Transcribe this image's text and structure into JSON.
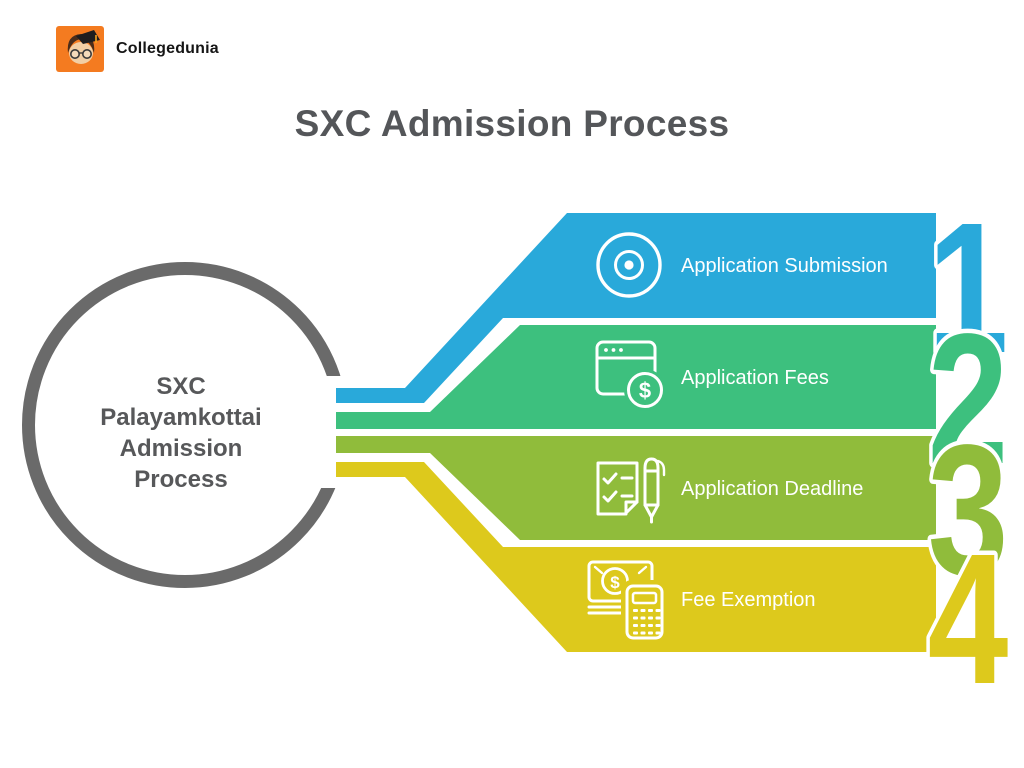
{
  "brand": {
    "name": "Collegedunia",
    "logo_color": "#f47b20"
  },
  "title": "SXC Admission Process",
  "hub": {
    "lines": [
      "SXC",
      "Palayamkottai",
      "Admission",
      "Process"
    ],
    "border_color": "#6a6a6a",
    "text_color": "#57585a"
  },
  "steps": [
    {
      "number": "1",
      "label": "Application Submission",
      "color": "#29a9da",
      "icon": "target-icon"
    },
    {
      "number": "2",
      "label": "Application Fees",
      "color": "#3dc07e",
      "icon": "browser-payment-icon"
    },
    {
      "number": "3",
      "label": "Application Deadline",
      "color": "#90bc3b",
      "icon": "checklist-pen-icon"
    },
    {
      "number": "4",
      "label": "Fee Exemption",
      "color": "#ddc91c",
      "icon": "cash-calculator-icon"
    }
  ],
  "icons": {
    "dollar_glyph": "$"
  },
  "colors": {
    "title_text": "#545659",
    "label_text": "#ffffff"
  }
}
